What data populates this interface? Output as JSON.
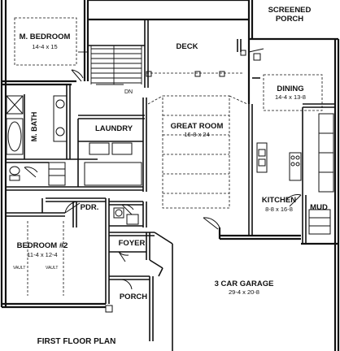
{
  "plan_title": "FIRST FLOOR PLAN",
  "rooms": {
    "master_bedroom": {
      "name": "M. BEDROOM",
      "size": "14-4 x 15"
    },
    "screened_porch": {
      "name_line1": "SCREENED",
      "name_line2": "PORCH"
    },
    "deck": {
      "name": "DECK"
    },
    "dining": {
      "name": "DINING",
      "size": "14-4 x 13-8"
    },
    "master_bath": {
      "name": "M. BATH"
    },
    "laundry": {
      "name": "LAUNDRY"
    },
    "great_room": {
      "name": "GREAT ROOM",
      "size": "16-8 x 24"
    },
    "kitchen": {
      "name": "KITCHEN",
      "size": "8-8 x 16-8"
    },
    "mud": {
      "name": "MUD"
    },
    "powder": {
      "name": "PDR."
    },
    "bedroom2": {
      "name": "BEDROOM #2",
      "size": "11-4 x 12-4"
    },
    "foyer": {
      "name": "FOYER"
    },
    "garage": {
      "name": "3 CAR GARAGE",
      "size": "29-4 x 20-8"
    },
    "porch": {
      "name": "PORCH"
    }
  },
  "notes": {
    "stair_dn": "DN",
    "vault_left": "VAULT",
    "vault_right": "VAULT"
  }
}
